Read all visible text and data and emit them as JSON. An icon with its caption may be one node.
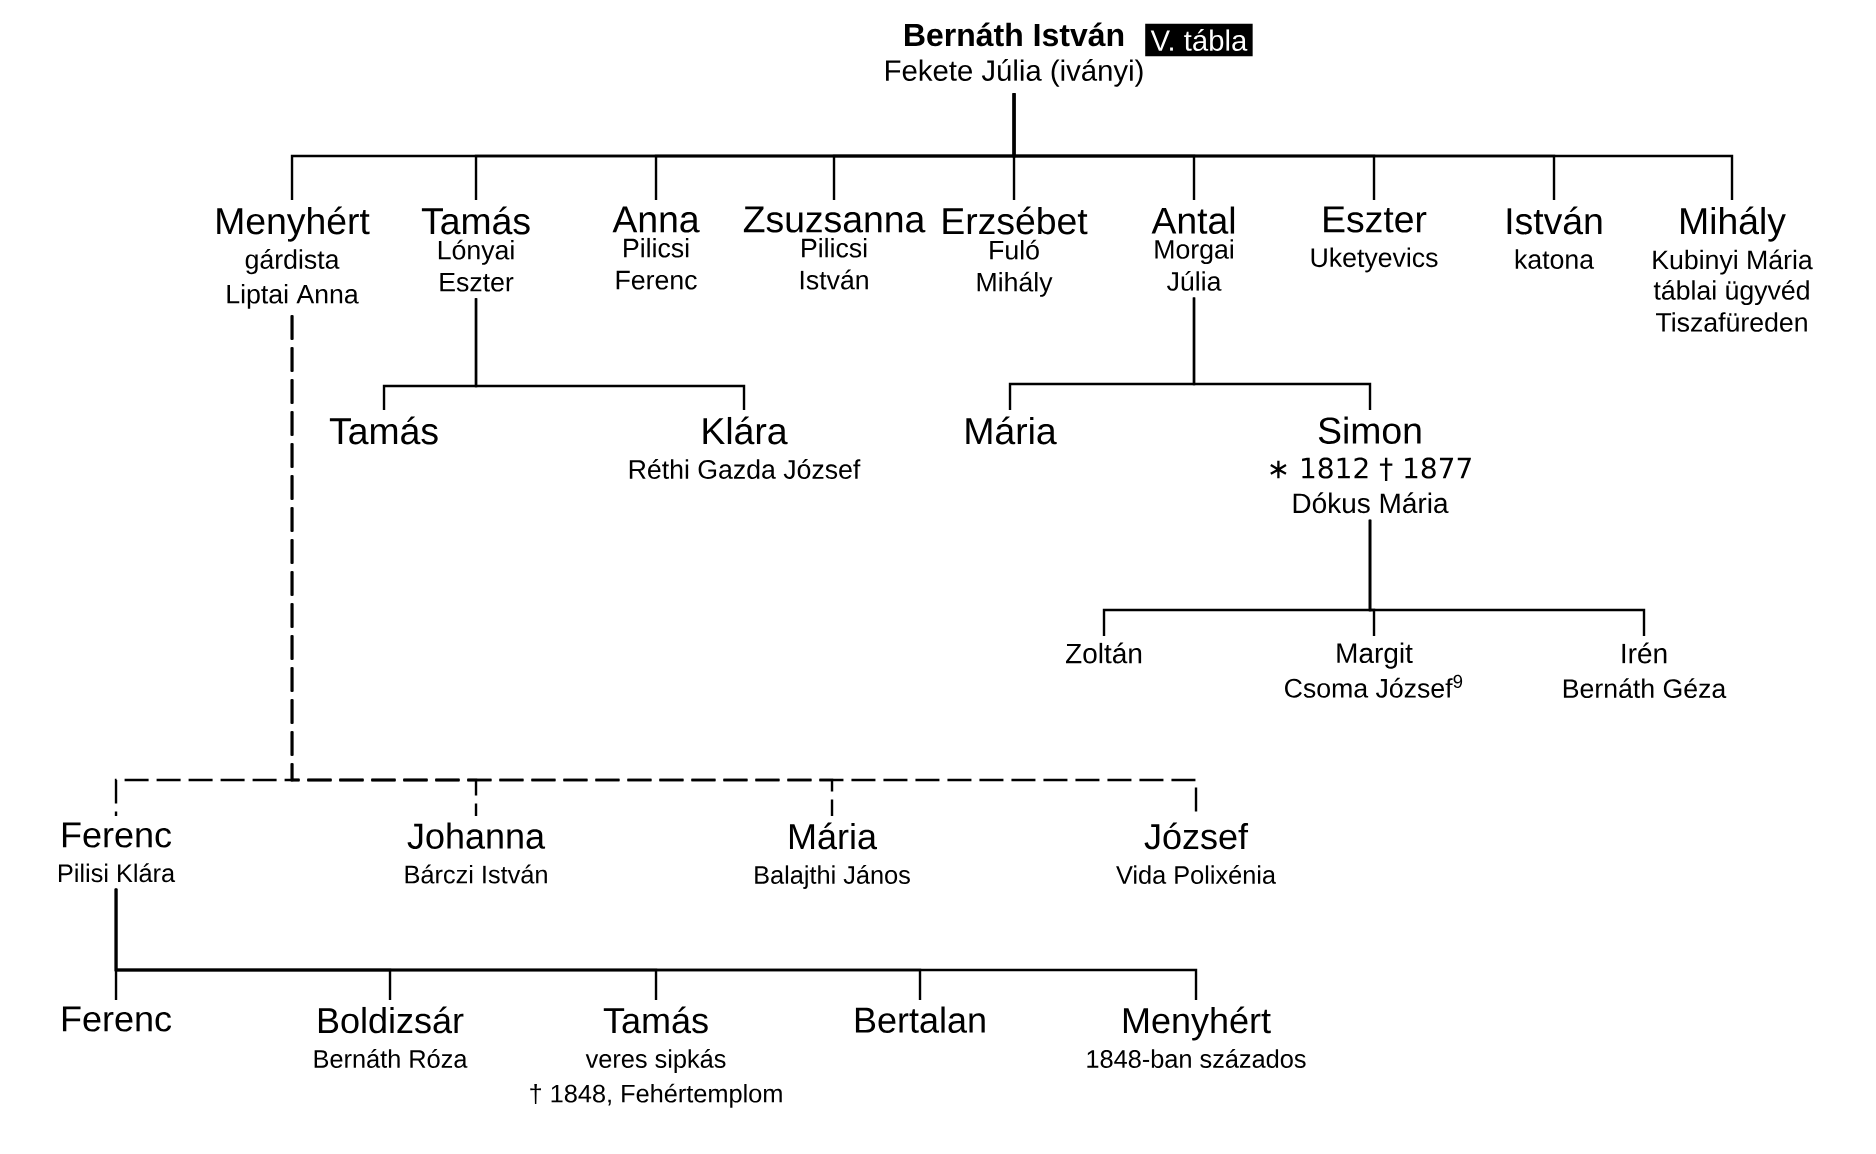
{
  "diagram": {
    "nodes": [
      {
        "text": [
          "Bernáth István",
          "Fekete Júlia (iványi)"
        ]
      },
      {
        "text": [
          "Menyhért",
          "gárdista",
          "Liptai Anna"
        ]
      },
      {
        "text": [
          "Tamás",
          "Lónyai Eszter"
        ]
      },
      {
        "text": [
          "Anna",
          "Pilicsi Ferenc"
        ]
      },
      {
        "text": [
          "Zsuzsanna",
          "Pilicsi István"
        ]
      },
      {
        "text": [
          "Erzsébet",
          "Fuló Mihály"
        ]
      },
      {
        "text": [
          "Antal",
          "Morgai Júlia"
        ]
      },
      {
        "text": [
          "Eszter",
          "Uketyevics"
        ]
      },
      {
        "text": [
          "István",
          "katona"
        ]
      },
      {
        "text": [
          "Mihály",
          "Kubinyi Mária",
          "táblai ügyvéd Tiszafüreden"
        ]
      },
      {
        "text": [
          "Tamás"
        ]
      },
      {
        "text": [
          "Klára",
          "Réthi Gazda József"
        ]
      },
      {
        "text": [
          "Mária"
        ]
      },
      {
        "text": [
          "Simon",
          "∗ 1812 † 1877",
          "Dókus Mária"
        ]
      },
      {
        "text": [
          "Zoltán"
        ]
      },
      {
        "text": [
          "Margit",
          "Csoma József$^{9}$"
        ]
      },
      {
        "text": [
          "Irén",
          "Bernáth Géza"
        ]
      },
      {
        "text": [
          "Ferenc",
          "Pilisi Klára"
        ]
      },
      {
        "text": [
          "Johanna",
          "Bárczi István"
        ]
      },
      {
        "text": [
          "Mária",
          "Balajthi János"
        ]
      },
      {
        "text": [
          "József",
          "Vida Polixénia"
        ]
      },
      {
        "text": [
          "Ferenc"
        ]
      },
      {
        "text": [
          "Boldizsár",
          "Bernáth Róza"
        ]
      },
      {
        "text": [
          "Tamás",
          "veres sipkás",
          "† 1848, Fehértemplom"
        ]
      },
      {
        "text": [
          "Bertalan"
        ]
      },
      {
        "text": [
          "Menyhért",
          "1848-ban százados"
        ]
      }
    ],
    "edges": [
      {
        "from": 0,
        "to": 1,
        "arrow": "none"
      },
      {
        "from": 0,
        "to": 2,
        "arrow": "none"
      },
      {
        "from": 0,
        "to": 3,
        "arrow": "none"
      },
      {
        "from": 0,
        "to": 4,
        "arrow": "none"
      },
      {
        "from": 0,
        "to": 5,
        "arrow": "none"
      },
      {
        "from": 0,
        "to": 6,
        "arrow": "none"
      },
      {
        "from": 0,
        "to": 7,
        "arrow": "none"
      },
      {
        "from": 0,
        "to": 8,
        "arrow": "none"
      },
      {
        "from": 0,
        "to": 9,
        "arrow": "none"
      },
      {
        "from": 2,
        "to": 10,
        "arrow": "none"
      },
      {
        "from": 2,
        "to": 11,
        "arrow": "none"
      },
      {
        "from": 6,
        "to": 12,
        "arrow": "none"
      },
      {
        "from": 6,
        "to": 13,
        "arrow": "none"
      },
      {
        "from": 13,
        "to": 14,
        "arrow": "none"
      },
      {
        "from": 13,
        "to": 15,
        "arrow": "none"
      },
      {
        "from": 13,
        "to": 16,
        "arrow": "none"
      },
      {
        "from": 1,
        "to": 17,
        "arrow": "none",
        "style": "dashed"
      },
      {
        "from": 1,
        "to": 18,
        "arrow": "none",
        "style": "dashed"
      },
      {
        "from": 1,
        "to": 19,
        "arrow": "none",
        "style": "dashed"
      },
      {
        "from": 1,
        "to": 20,
        "arrow": "none",
        "style": "dashed"
      },
      {
        "from": 17,
        "to": 21,
        "arrow": "none"
      },
      {
        "from": 17,
        "to": 22,
        "arrow": "none"
      },
      {
        "from": 17,
        "to": 23,
        "arrow": "none"
      },
      {
        "from": 17,
        "to": 24,
        "arrow": "none"
      },
      {
        "from": 17,
        "to": 25,
        "arrow": "none"
      }
    ],
    "labels": [
      "V. tábla"
    ]
  }
}
